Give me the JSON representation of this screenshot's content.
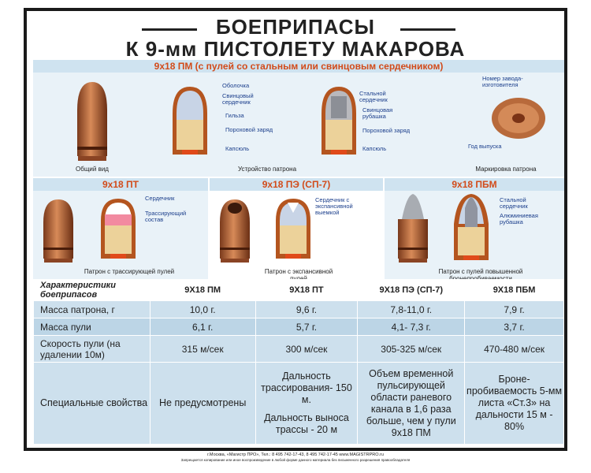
{
  "title": {
    "line1": "БОЕПРИПАСЫ",
    "line2": "К 9-мм ПИСТОЛЕТУ МАКАРОВА"
  },
  "pm_section": {
    "heading": "9х18 ПМ (с пулей со стальным или свинцовым сердечником)",
    "labels": {
      "shell": "Оболочка",
      "lead_core": "Свинцовый сердечник",
      "case": "Гильза",
      "powder": "Пороховой заряд",
      "primer": "Капсюль",
      "steel_core": "Стальной сердечник",
      "lead_jacket": "Свинцовая рубашка",
      "powder2": "Пороховой заряд",
      "primer2": "Капсюль",
      "maker_number": "Номер завода-изготовителя",
      "year": "Год выпуска"
    },
    "captions": {
      "general_view": "Общий вид",
      "device": "Устройство патрона",
      "marking": "Маркировка патрона"
    }
  },
  "pt_section": {
    "heading": "9х18 ПТ",
    "labels": {
      "core": "Сердечник",
      "tracer": "Трассирующий состав"
    },
    "caption": "Патрон с трассирующей пулей"
  },
  "pe_section": {
    "heading": "9х18 ПЭ (СП-7)",
    "labels": {
      "core": "Сердечник с экспансивной выемкой"
    },
    "caption": "Патрон с экспансивной пулей"
  },
  "pbm_section": {
    "heading": "9х18 ПБМ",
    "labels": {
      "steel_core": "Стальной сердечник",
      "al_jacket": "Алюминиевая рубашка"
    },
    "caption": "Патрон с пулей повышенной бронепробиваемости"
  },
  "table": {
    "header": {
      "characteristics": "Характеристики боеприпасов",
      "cols": [
        "9Х18 ПМ",
        "9Х18 ПТ",
        "9Х18 ПЭ (СП-7)",
        "9Х18 ПБМ"
      ]
    },
    "rows": [
      {
        "label": "Масса патрона, г",
        "values": [
          "10,0 г.",
          "9,6 г.",
          "7,8-11,0 г.",
          "7,9 г."
        ]
      },
      {
        "label": "Масса пули",
        "values": [
          "6,1 г.",
          "5,7 г.",
          "4,1- 7,3 г.",
          "3,7 г."
        ]
      },
      {
        "label": "Скорость пули (на удалении 10м)",
        "values": [
          "315 м/сек",
          "300 м/сек",
          "305-325 м/сек",
          "470-480 м/сек"
        ]
      }
    ],
    "special": {
      "label": "Специальные свойства",
      "pm": "Не предусмотрены",
      "pt_a": "Дальность трассирования- 150 м.",
      "pt_b": "Дальность выноса трассы - 20 м",
      "pe": "Объем временной пульсирующей области раневого канала в 1,6 раза больше, чем у пули 9х18 ПМ",
      "pbm": "Броне- пробиваемость 5-мм листа «Ст.3» на дальности 15 м - 80%"
    }
  },
  "footer": {
    "line1": "г.Москва, «Магистр ПРО», Тел.: 8 495 742-17-43, 8 495 742-17-45 www.MAGISTRPRO.ru",
    "line2": "Запрещается копирование или иное воспроизведение в любой форме данного материала без письменного разрешения правообладателя"
  },
  "colors": {
    "heading": "#d24b1a",
    "label": "#1c3f8c",
    "panel": "#e9f2f8",
    "table_cell": "#cde0ed"
  }
}
